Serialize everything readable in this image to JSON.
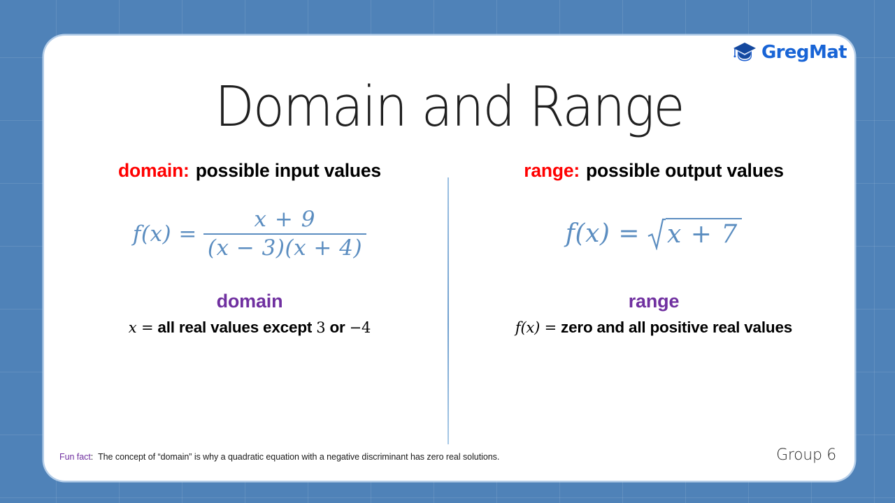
{
  "slide": {
    "title": "Domain and Range",
    "group_tag": "Group 6",
    "background_color": "#4f82b8",
    "card_color": "#ffffff"
  },
  "brand": {
    "name": "GregMat",
    "icon": "graduation-cap-icon",
    "text_color": "#1864d6",
    "icon_color": "#14489e"
  },
  "colors": {
    "keyword_red": "#ff0000",
    "answer_purple": "#7030a0",
    "math_blue": "#5b8dc0",
    "divider_blue": "#7aa6d2"
  },
  "columns": [
    {
      "id": "domain",
      "heading_keyword": "domain:",
      "heading_text": "possible input values",
      "formula": {
        "type": "fraction",
        "lhs": "f(x) =",
        "numerator": "x + 9",
        "denominator": "(x − 3)(x + 4)",
        "plain": "f(x) = (x + 9) / ((x − 3)(x + 4))"
      },
      "answer_label": "domain",
      "answer_lhs": "x",
      "answer_eq": "=",
      "answer_text": "all real values except",
      "answer_value_1": "3",
      "answer_joiner": "or",
      "answer_value_2": "−4"
    },
    {
      "id": "range",
      "heading_keyword": "range:",
      "heading_text": "possible output values",
      "formula": {
        "type": "square-root",
        "lhs": "f(x) =",
        "radicand": "x + 7",
        "plain": "f(x) = √(x + 7)"
      },
      "answer_label": "range",
      "answer_lhs": "f(x)",
      "answer_eq": "=",
      "answer_text": "zero and all positive real values"
    }
  ],
  "footer": {
    "fun_fact_label": "Fun fact",
    "fun_fact_separator": ":",
    "fun_fact_text": "The concept of “domain” is why a quadratic equation with a negative discriminant has zero real solutions."
  }
}
